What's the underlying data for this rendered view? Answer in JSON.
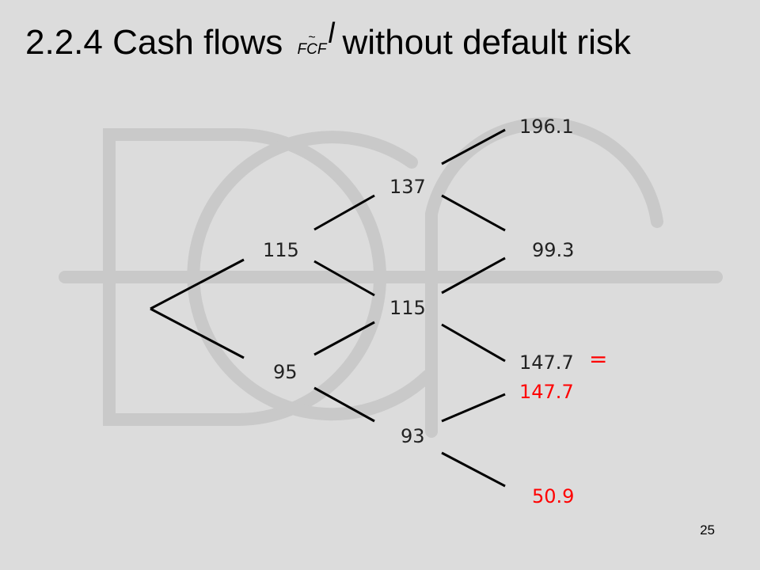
{
  "slide": {
    "title_prefix": "2.2.4 Cash flows",
    "title_symbol": "FCF",
    "title_tilde": "~",
    "title_superscript": "l",
    "title_suffix": "without default risk",
    "page_number": "25"
  },
  "tree": {
    "period1": {
      "up": "115",
      "down": "95"
    },
    "period2": {
      "up": "137",
      "middle": "115",
      "down": "93"
    },
    "period3": {
      "uu": "196.1",
      "ud": "99.3",
      "mu": "147.7",
      "equals_sign": "=",
      "md": "147.7",
      "dd": "50.9"
    }
  },
  "colors": {
    "background": "#dcdcdc",
    "watermark": "#c9c9c9",
    "text": "#000000",
    "highlight": "#ff0000",
    "node_text": "#222222"
  }
}
